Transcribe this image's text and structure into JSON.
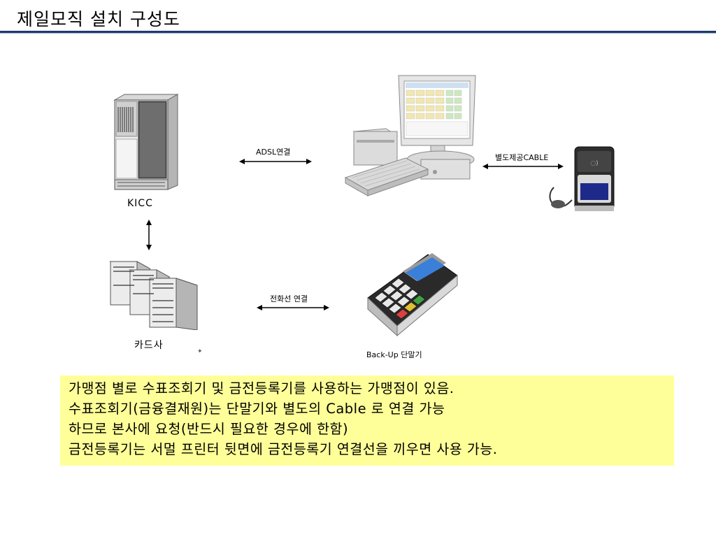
{
  "header": {
    "title": "제일모직 설치 구성도"
  },
  "diagram": {
    "nodes": {
      "kicc": "KICC",
      "card": "카드사",
      "backup": "Back-Up 단말기"
    },
    "connections": {
      "adsl": "ADSL연결",
      "separate_cable": "별도제공CABLE",
      "phone_line": "전화선 연결"
    }
  },
  "note": {
    "lines": [
      "가맹점 별로 수표조회기 및 금전등록기를 사용하는 가맹점이 있음.",
      "수표조회기(금융결재원)는 단말기와 별도의 Cable 로 연결 가능",
      "하므로 본사에 요청(반드시 필요한 경우에 한함)",
      "금전등록기는 서멀 프린터 뒷면에 금전등록기 연결선을 끼우면 사용 가능."
    ]
  },
  "colors": {
    "title_rule": "#1f3c6e",
    "note_bg": "#ffff99"
  }
}
